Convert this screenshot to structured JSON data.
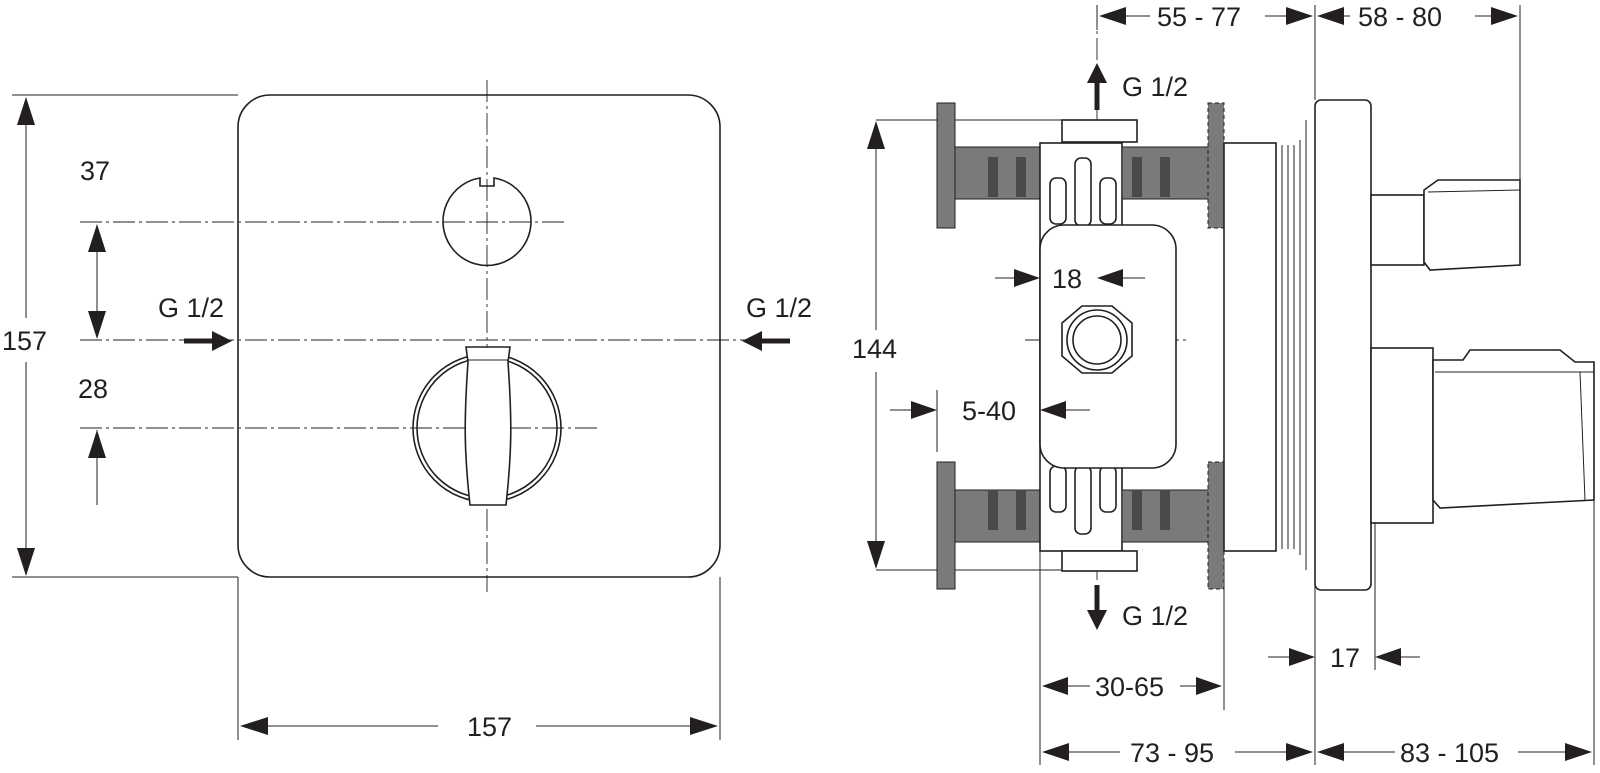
{
  "front_view": {
    "width_label": "157",
    "height_label": "157",
    "upper_offset_label": "37",
    "lower_offset_label": "28",
    "inlet_left_label": "G 1/2",
    "inlet_right_label": "G 1/2"
  },
  "side_view": {
    "top_range_a_label": "55 - 77",
    "top_range_b_label": "58 - 80",
    "height_label": "144",
    "outlet_top_label": "G 1/2",
    "outlet_bottom_label": "G 1/2",
    "port_width_label": "18",
    "adjust_label": "5-40",
    "body_range_label": "30-65",
    "trim_label": "17",
    "bottom_range_a_label": "73 - 95",
    "bottom_range_b_label": "83 - 105"
  }
}
